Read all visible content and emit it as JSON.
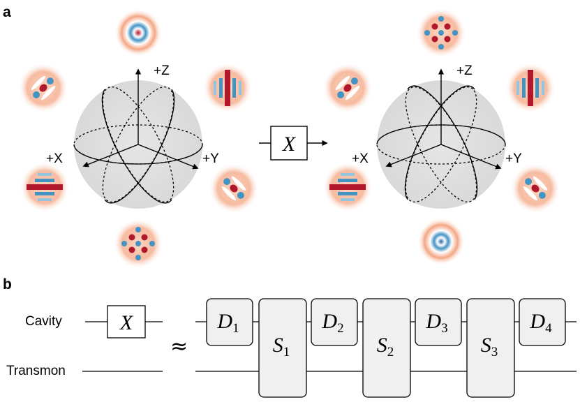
{
  "panels": {
    "a": {
      "label": "a",
      "gate_label": "X",
      "axes": {
        "z": "+Z",
        "x": "+X",
        "y": "+Y"
      },
      "wigner_colors": {
        "positive": "#d6604d",
        "negative": "#4393c3",
        "positive_dark": "#b2182b",
        "negative_dark": "#2166ac"
      }
    },
    "b": {
      "label": "b",
      "wires": {
        "top": "Cavity",
        "bottom": "Transmon"
      },
      "gate_label": "X",
      "approx_symbol": "≈",
      "displacements": [
        {
          "main": "D",
          "sub": "1"
        },
        {
          "main": "D",
          "sub": "2"
        },
        {
          "main": "D",
          "sub": "3"
        },
        {
          "main": "D",
          "sub": "4"
        }
      ],
      "snaps": [
        {
          "main": "S",
          "sub": "1"
        },
        {
          "main": "S",
          "sub": "2"
        },
        {
          "main": "S",
          "sub": "3"
        }
      ]
    }
  }
}
